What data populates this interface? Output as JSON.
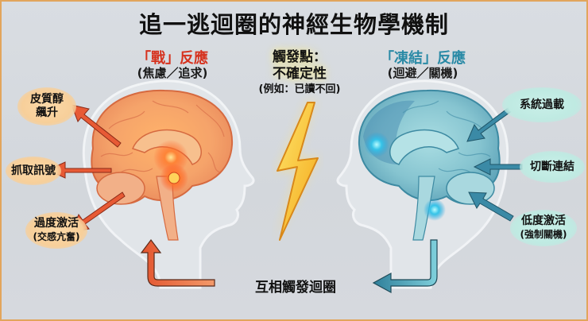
{
  "title": "追一逃迴圈的神經生物學機制",
  "fight": {
    "heading": "「戰」反應",
    "subheading": "(焦慮／追求)",
    "color": "#d6321e",
    "effects": [
      {
        "label": "皮質醇",
        "label2": "飆升"
      },
      {
        "label": "抓取訊號"
      },
      {
        "label": "過度激活",
        "label2": "(交感亢奮)"
      }
    ]
  },
  "trigger": {
    "line1": "觸發點：",
    "line2": "不確定性",
    "line3": "(例如：已讀不回)",
    "icon": "lightning-bolt-icon"
  },
  "freeze": {
    "heading": "「凍結」反應",
    "subheading": "(迴避／關機)",
    "color": "#2a8aa6",
    "effects": [
      {
        "label": "系統過載"
      },
      {
        "label": "切斷連結"
      },
      {
        "label": "低度激活",
        "label2": "(強制關機)"
      }
    ]
  },
  "loop": {
    "label": "互相觸發迴圈"
  }
}
